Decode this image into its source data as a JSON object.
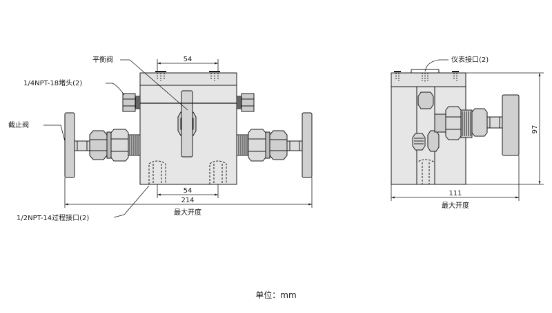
{
  "labels": {
    "balance_valve": "平衡阀",
    "plug_1_4npt": "1/4NPT-18堵头(2)",
    "stop_valve": "截止阀",
    "process_port": "1/2NPT-14过程接口(2)",
    "instrument_port": "仪表接口(2)"
  },
  "dimensions": {
    "top_spacing": "54",
    "bottom_spacing": "54",
    "overall_width": "214",
    "max_opening_front": "最大开度",
    "side_width": "111",
    "max_opening_side": "最大开度",
    "side_height": "97"
  },
  "footer": {
    "unit": "单位：mm"
  },
  "colors": {
    "body_fill": "#e6e6e6",
    "handle_fill": "#d0d0d0",
    "stroke": "#1a1a1a",
    "dark": "#333333"
  }
}
